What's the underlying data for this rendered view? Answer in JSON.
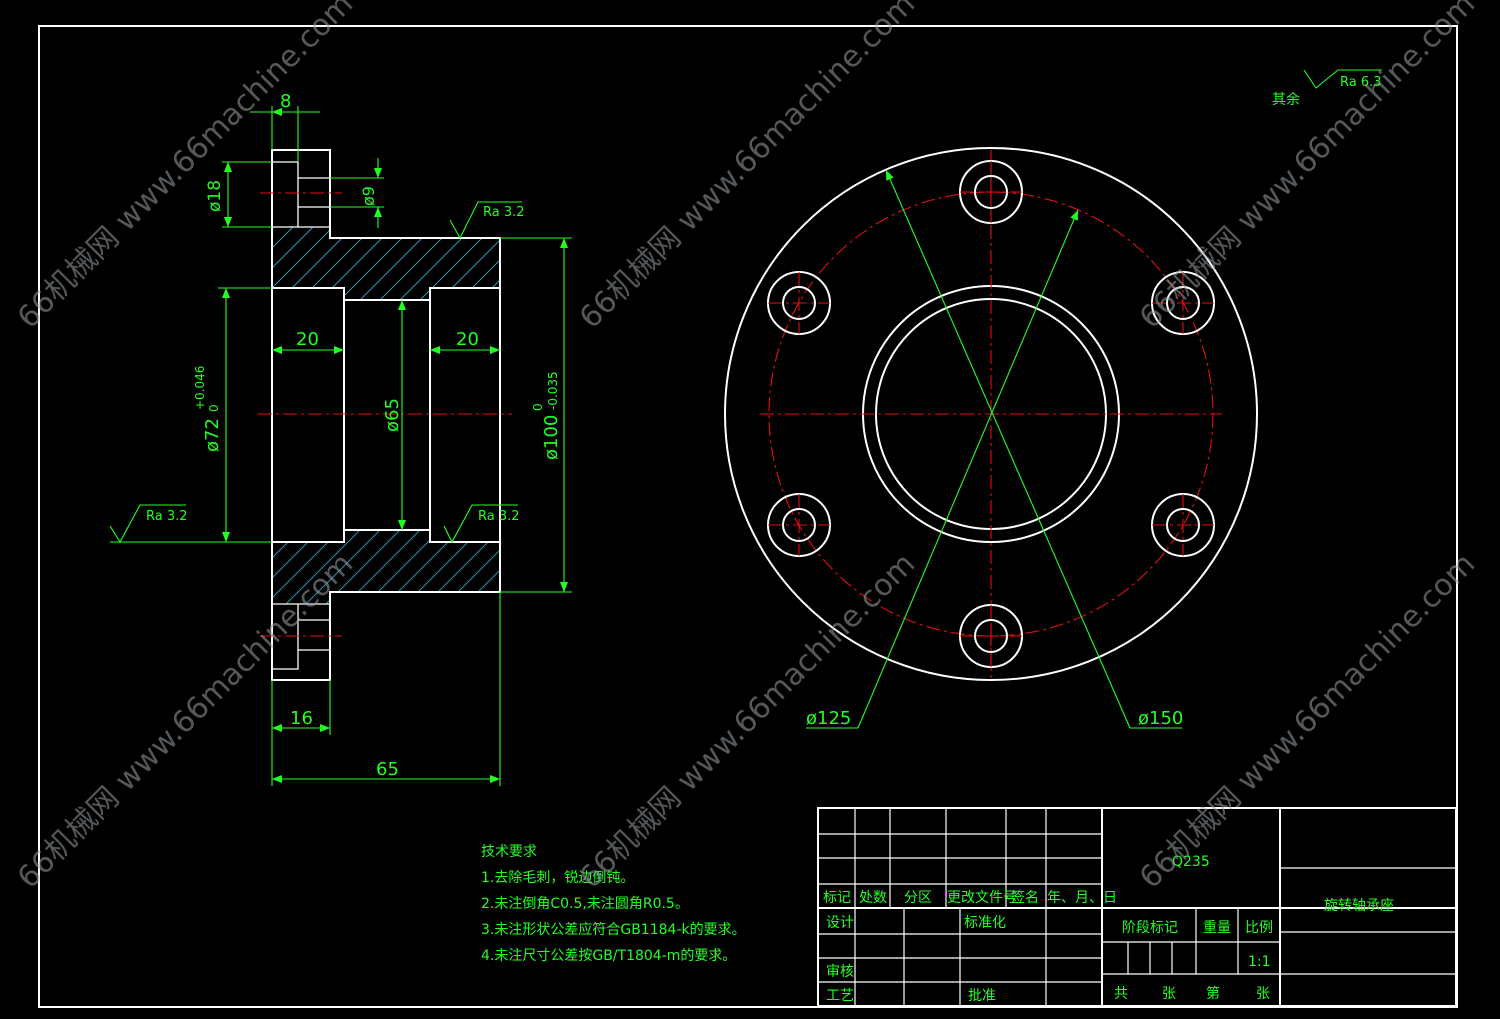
{
  "drawing": {
    "part_name": "旋转轴承座",
    "material": "Q235",
    "scale": "1:1",
    "surface_finish_default": "Ra 6.3",
    "surface_finish_default_prefix": "其余",
    "watermark": "66机械网 www.66machine.com"
  },
  "section_view": {
    "dimensions": {
      "flange_thickness": "8",
      "bolt_hole_dia": "ø18",
      "bolt_hole_small_dia": "ø9",
      "bore_depth_left": "20",
      "bore_depth_right": "20",
      "bore_dia": "ø72",
      "bore_dia_tol_upper": "+0.046",
      "bore_dia_tol_lower": "0",
      "inner_dia": "ø65",
      "outer_dia": "ø100",
      "outer_dia_tol_upper": "0",
      "outer_dia_tol_lower": "-0.035",
      "flange_width": "16",
      "total_length": "65"
    },
    "roughness": [
      "Ra 3.2",
      "Ra 3.2",
      "Ra 3.2"
    ]
  },
  "end_view": {
    "pitch_circle_dia": "ø125",
    "outer_dia": "ø150"
  },
  "tech_requirements": {
    "title": "技术要求",
    "items": [
      "1.去除毛刺，锐边倒钝。",
      "2.未注倒角C0.5,未注圆角R0.5。",
      "3.未注形状公差应符合GB1184-k的要求。",
      "4.未注尺寸公差按GB/T1804-m的要求。"
    ]
  },
  "title_block": {
    "revision_headers": [
      "标记",
      "处数",
      "分区",
      "更改文件号",
      "签名",
      "年、月、日"
    ],
    "design": "设计",
    "standardization": "标准化",
    "review": "审核",
    "process": "工艺",
    "approval": "批准",
    "stage_mark": "阶段标记",
    "weight": "重量",
    "scale_label": "比例",
    "total": "共",
    "sheets": "张",
    "sheet_no": "第",
    "sheets2": "张"
  },
  "colors": {
    "background": "#000000",
    "outline": "#ffffff",
    "dimension": "#22ff22",
    "centerline": "#e01010",
    "hatch": "#2fa8c8"
  }
}
